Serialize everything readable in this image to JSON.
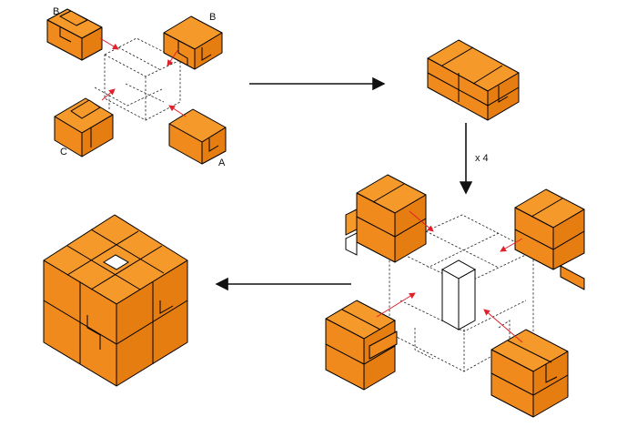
{
  "labels": {
    "piece_b_top_left": "B",
    "piece_b_top_right": "B",
    "piece_c": "C",
    "piece_a": "A",
    "multiplier": "x 4"
  },
  "colors": {
    "block_top": "#f5992b",
    "block_left": "#f08a1c",
    "block_right": "#e67d10",
    "insert_arrow": "#e0202a",
    "flow_arrow": "#111111"
  }
}
